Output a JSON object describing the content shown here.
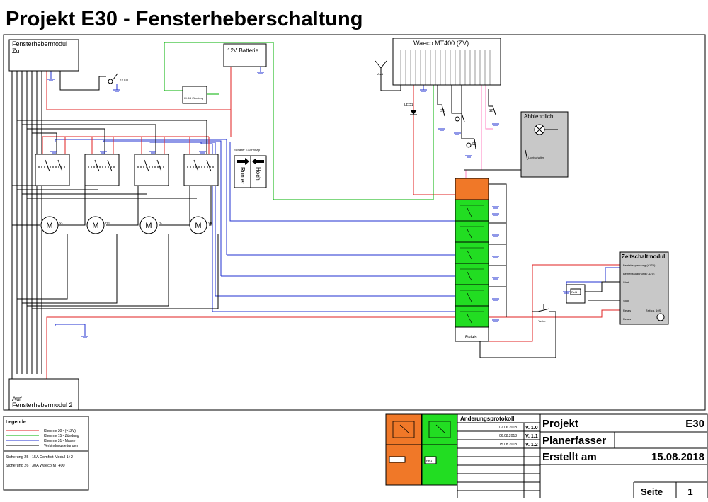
{
  "title": "Projekt E30 - Fensterheberschaltung",
  "modules": {
    "fh_zu": {
      "line1": "Fensterhebermodul",
      "line2": "Zu"
    },
    "fh_auf": {
      "line1": "Auf",
      "line2": "Fensterhebermodul 2"
    },
    "batterie": "12V Batterie",
    "zuendung": "Kl. 15 Zündung",
    "zv": "ZV Ein",
    "waeco": "Waeco MT400 (ZV)",
    "ant": "Ant1",
    "led": "LED1",
    "s1": "S1",
    "s2": "S2",
    "s3": "S3",
    "abblend_title": "Abblendlicht",
    "lichtschalter": "Lichtschalter",
    "schalter_title": "Schalter E30 Prinzip",
    "runter": "Runter",
    "hoch": "Hoch",
    "relais": "Relais",
    "zeit_title": "Zeitschaltmodul",
    "zeit_pins": [
      "Betriebsspannung (+12V)",
      "Betriebsspannung (-12V)",
      "Start",
      "Stop",
      "Relais",
      "Relais"
    ],
    "zeit_info": "Zeit ca. 10S",
    "rel1": "Rel1",
    "taster": "Taster",
    "motors": [
      "VL",
      "HR",
      "HL",
      "VR"
    ],
    "motor_symbol": "M"
  },
  "legend": {
    "title": "Legende:",
    "items": [
      {
        "label": "Klemme 30 - (+12V)",
        "color": "#e02020"
      },
      {
        "label": "Klemme 15 - Zündung",
        "color": "#00b000"
      },
      {
        "label": "Klemme 31 - Masse",
        "color": "#2030d0"
      },
      {
        "label": "Verbindungsleitungen",
        "color": "#000000"
      }
    ],
    "fuses": [
      "Sicherung 25 : 15A Comfort Modul 1+2",
      "Sicherung 26 : 30A Waeco MT400"
    ]
  },
  "changelog": {
    "title": "Änderungsprotokoll",
    "rows": [
      {
        "date": "02.06.2018",
        "version": "V. 1.0"
      },
      {
        "date": "06.08.2018",
        "version": "V. 1.1"
      },
      {
        "date": "15.08.2018",
        "version": "V. 1.2"
      }
    ]
  },
  "titleblock": {
    "projekt_label": "Projekt",
    "projekt_value": "E30",
    "planer_label": "Planerfasser",
    "erstellt_label": "Erstellt am",
    "erstellt_value": "15.08.2018",
    "seite_label": "Seite",
    "seite_value": "1"
  },
  "thumbs": {
    "rel1": "Rel1"
  },
  "colors": {
    "red": "#e02020",
    "green": "#00b000",
    "blue": "#2030d0",
    "pink": "#ff80c0",
    "orange": "#f07828",
    "relgreen": "#22dd22",
    "grey": "#c8c8c8"
  }
}
